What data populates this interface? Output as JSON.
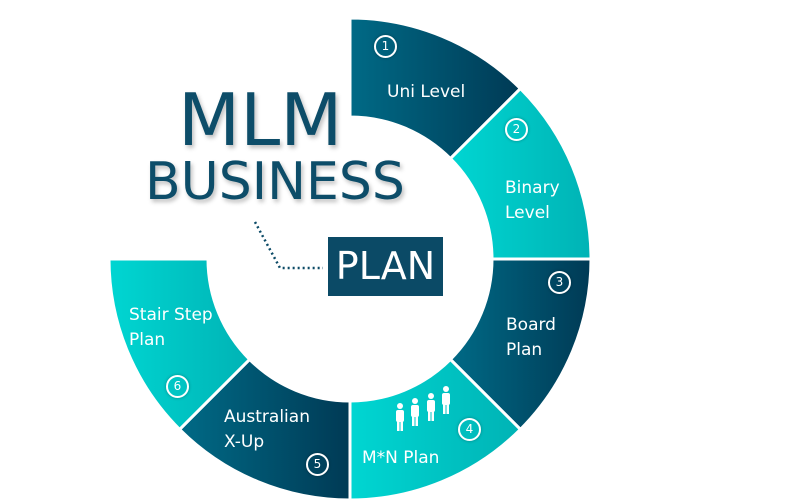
{
  "title": {
    "line1": "MLM",
    "line2": "BUSINESS",
    "plan": "PLAN"
  },
  "colors": {
    "dark_start": "#006a86",
    "dark_end": "#003a55",
    "teal_start": "#00d6d2",
    "teal_end": "#00b3b5",
    "title": "#0d4d69"
  },
  "segments": [
    {
      "number": "1",
      "label": "Uni Level",
      "style": "dark"
    },
    {
      "number": "2",
      "label": "Binary Level",
      "style": "teal"
    },
    {
      "number": "3",
      "label": "Board Plan",
      "style": "dark"
    },
    {
      "number": "4",
      "label": "M*N Plan",
      "style": "teal",
      "icon": "people-icon"
    },
    {
      "number": "5",
      "label": "Australian X-Up",
      "style": "dark"
    },
    {
      "number": "6",
      "label": "Stair Step Plan",
      "style": "teal"
    }
  ]
}
